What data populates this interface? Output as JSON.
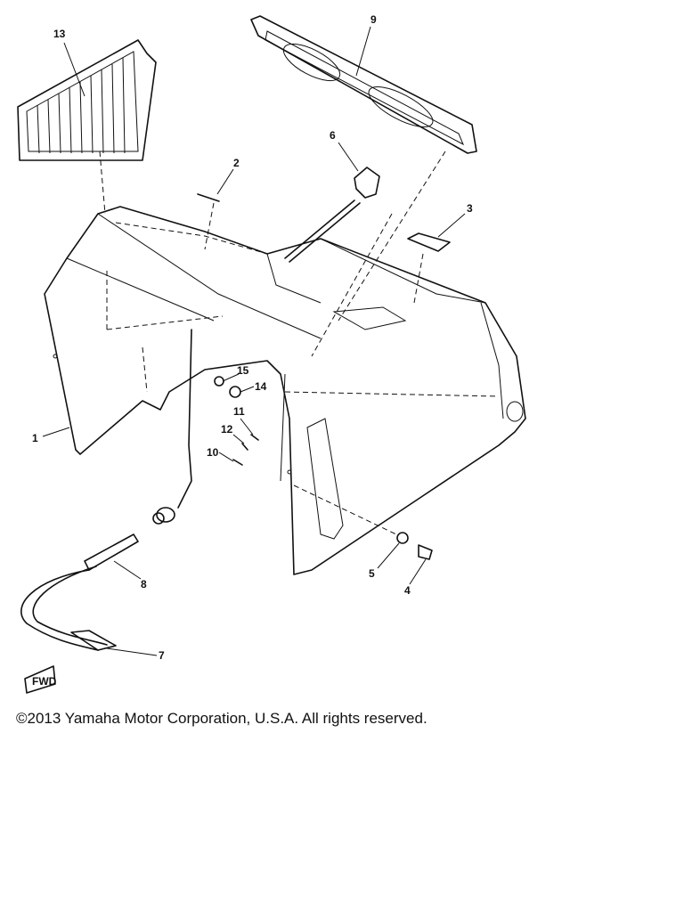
{
  "diagram": {
    "callouts": [
      "1",
      "2",
      "3",
      "4",
      "5",
      "6",
      "7",
      "8",
      "9",
      "10",
      "11",
      "12",
      "13",
      "14",
      "15"
    ],
    "fwd_label": "FWD"
  },
  "footer": {
    "copyright": "©2013 Yamaha Motor Corporation, U.S.A. All rights reserved."
  },
  "colors": {
    "line": "#111111",
    "background": "#ffffff"
  }
}
